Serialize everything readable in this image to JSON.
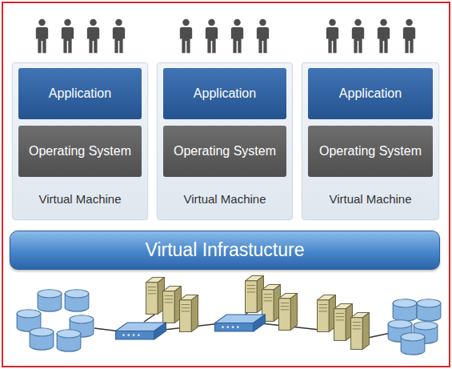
{
  "diagram": {
    "nodes": [
      {
        "text": [
          "Virtual Machine"
        ]
      },
      {
        "text": [
          "Application"
        ],
        "in": 0
      },
      {
        "text": [
          "Operating System"
        ],
        "in": 0
      },
      {
        "text": [
          "Virtual Machine"
        ]
      },
      {
        "text": [
          "Application"
        ],
        "in": 3
      },
      {
        "text": [
          "Operating System"
        ],
        "in": 3
      },
      {
        "text": [
          "Virtual Machine"
        ]
      },
      {
        "text": [
          "Application"
        ],
        "in": 6
      },
      {
        "text": [
          "Operating System"
        ],
        "in": 6
      },
      {
        "text": [
          "Virtual Infrastucture"
        ]
      }
    ]
  }
}
